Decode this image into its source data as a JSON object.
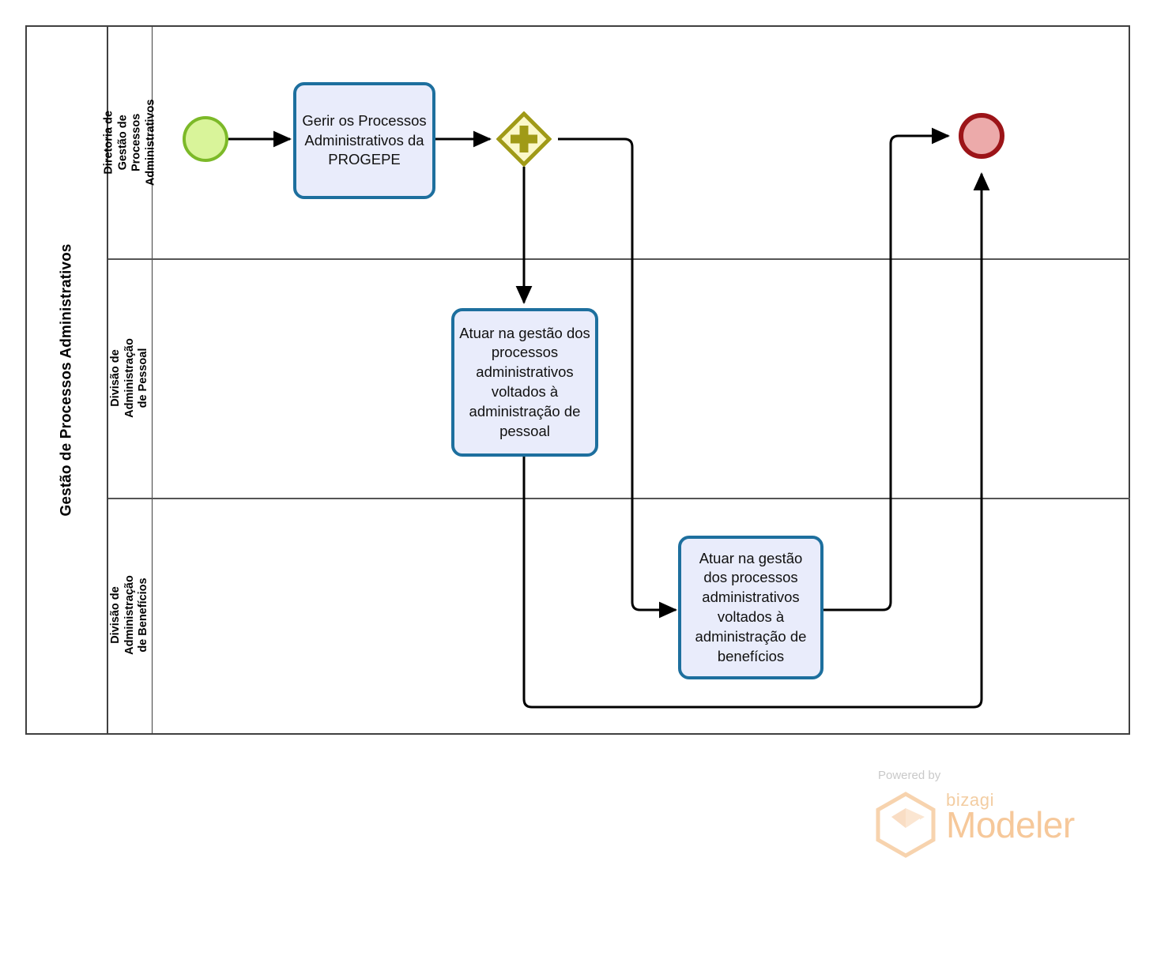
{
  "diagram": {
    "type": "bpmn-process-diagram",
    "pool": {
      "title": "Gestão de Processos Administrativos"
    },
    "lanes": [
      {
        "id": "lane-diretoria",
        "label": "Diretoria de Gestão de Processos Administrativos"
      },
      {
        "id": "lane-pessoal",
        "label": "Divisão de Administração de Pessoal"
      },
      {
        "id": "lane-beneficios",
        "label": "Divisão de Administração de Benefícios"
      }
    ],
    "nodes": [
      {
        "id": "start-event",
        "type": "start-event",
        "label": "",
        "lane": "lane-diretoria"
      },
      {
        "id": "task-gerir",
        "type": "task",
        "label": "Gerir os Processos Administrativos da PROGEPE",
        "lane": "lane-diretoria"
      },
      {
        "id": "gateway-parallel",
        "type": "parallel-gateway",
        "label": "",
        "lane": "lane-diretoria"
      },
      {
        "id": "task-pessoal",
        "type": "task",
        "label": "Atuar na gestão dos processos administrativos voltados à administração de pessoal",
        "lane": "lane-pessoal"
      },
      {
        "id": "task-beneficios",
        "type": "task",
        "label": "Atuar na gestão dos processos administrativos voltados à administração de benefícios",
        "lane": "lane-beneficios"
      },
      {
        "id": "end-event",
        "type": "end-event",
        "label": "",
        "lane": "lane-diretoria"
      }
    ],
    "flows": [
      {
        "from": "start-event",
        "to": "task-gerir"
      },
      {
        "from": "task-gerir",
        "to": "gateway-parallel"
      },
      {
        "from": "gateway-parallel",
        "to": "task-pessoal"
      },
      {
        "from": "gateway-parallel",
        "to": "task-beneficios"
      },
      {
        "from": "task-pessoal",
        "to": "end-event"
      },
      {
        "from": "task-beneficios",
        "to": "end-event"
      }
    ],
    "colors": {
      "pool_border": "#404040",
      "lane_border": "#555555",
      "task_border": "#1d6f9e",
      "task_fill": "#e9ecfb",
      "start_border": "#7cb928",
      "start_fill": "#d9f49a",
      "end_border": "#9c1418",
      "end_fill": "#ecaaaa",
      "gateway_border": "#a09a17",
      "gateway_fill": "#fbf8c9",
      "flow_line": "#000000"
    }
  },
  "watermark": {
    "powered_by": "Powered by",
    "brand": "bizagi",
    "product": "Modeler",
    "brand_color": "#f6c89a"
  }
}
